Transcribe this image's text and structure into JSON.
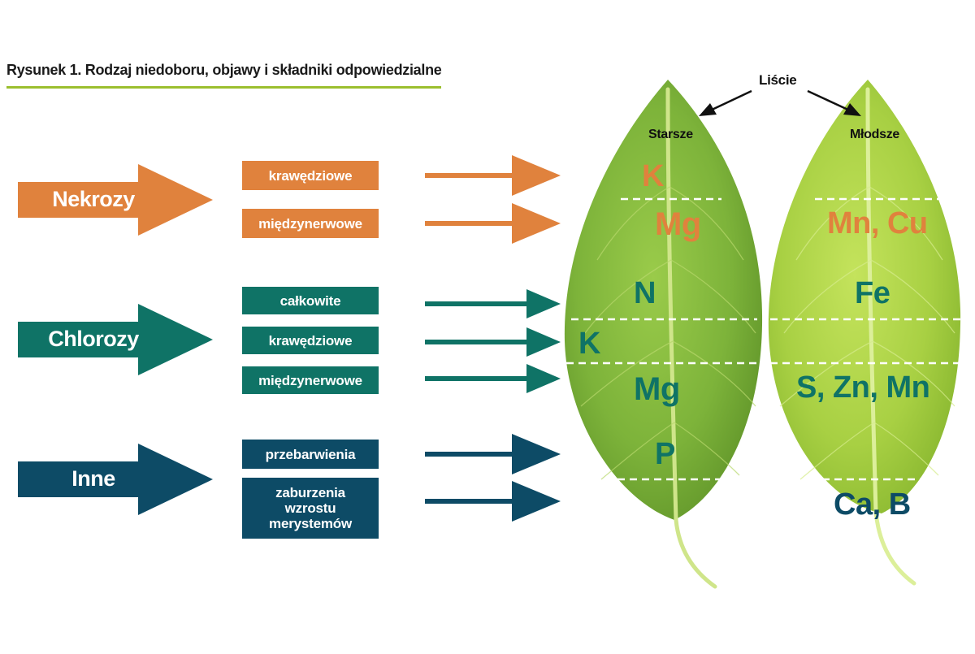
{
  "figure": {
    "title": "Rysunek 1. Rodzaj niedoboru, objawy i składniki odpowiedzialne"
  },
  "colors": {
    "orange": "#e0823d",
    "teal": "#0f7366",
    "navy": "#0d4b66",
    "accent_rule": "#9bbf2e",
    "leaf_old": "#7ab23a",
    "leaf_young": "#a6cc44"
  },
  "categories": {
    "nekrozy": {
      "label": "Nekrozy",
      "boxes": [
        "krawędziowe",
        "międzynerwowe"
      ]
    },
    "chlorozy": {
      "label": "Chlorozy",
      "boxes": [
        "całkowite",
        "krawędziowe",
        "międzynerwowe"
      ]
    },
    "inne": {
      "label": "Inne",
      "boxes": [
        "przebarwienia",
        "zaburzenia\nwzrostu\nmerystemów"
      ]
    }
  },
  "leaves": {
    "heading": "Liście",
    "old": {
      "label": "Starsze",
      "elements": [
        "K",
        "Mg",
        "N",
        "K",
        "Mg",
        "P"
      ]
    },
    "young": {
      "label": "Młodsze",
      "elements": [
        "Mn, Cu",
        "Fe",
        "S, Zn, Mn",
        "Ca, B"
      ]
    }
  }
}
